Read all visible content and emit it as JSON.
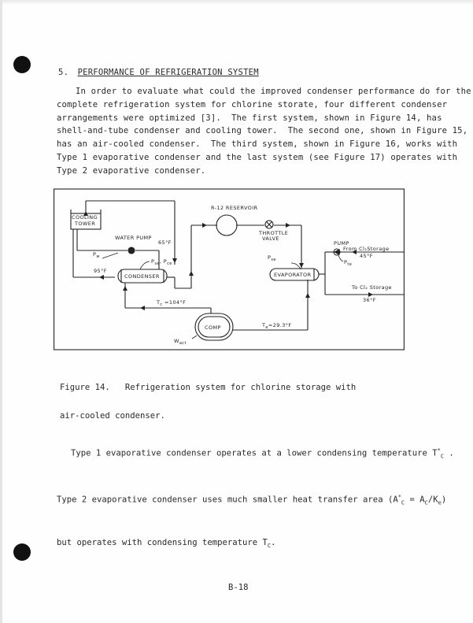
{
  "section": {
    "number": "5.",
    "title": "PERFORMANCE OF REFRIGERATION SYSTEM"
  },
  "paragraph_lines": [
    "In order to evaluate what could the improved condenser performance do for the",
    "complete refrigeration system for chlorine storate, four different condenser",
    "arrangements were optimized [3].  The first system, shown in Figure 14, has",
    "shell-and-tube condenser and cooling tower.  The second one, shown in Figure 15,",
    "has an air-cooled condenser.  The third system, shown in Figure 16, works with",
    "Type 1 evaporative condenser and the last system (see Figure 17) operates with",
    "Type 2 evaporative condenser."
  ],
  "figure": {
    "cooling_tower": [
      "COOLING",
      "TOWER"
    ],
    "water_pump": "WATER PUMP",
    "temp_65": "65°F",
    "p_w": "P",
    "p_w_sub": "w",
    "p_se_pce": "P",
    "p_se_pce_mid": "se",
    "p_se_pce_mid2": ", P",
    "p_se_pce_sub": "ce",
    "temp_95": "95°F",
    "condenser": "CONDENSER",
    "reservoir": "R-12 RESERVOIR",
    "throttle": [
      "THROTTLE",
      "VALVE"
    ],
    "p_se2": "P",
    "p_se2_sub": "se",
    "evaporator": "EVAPORATOR",
    "pump": "PUMP",
    "from_storage": "From Cl₂Storage",
    "temp_45": "45°F",
    "p_te": "P",
    "p_te_sub": "te",
    "to_storage": "To Cl₂ Storage",
    "temp_36": "36°F",
    "tc": "T",
    "tc_sub": "c",
    "tc_val": " =104°F",
    "te": "T",
    "te_sub": "e",
    "te_val": "=29.3°F",
    "comp": "COMP",
    "w_act": "W",
    "w_act_sub": "act"
  },
  "caption_lines": [
    "Figure 14.   Refrigeration system for chlorine storage with",
    "air-cooled condenser."
  ],
  "note": {
    "line1_prefix": "Type 1 evaporative condenser operates at a lower condensing temperature T",
    "line1_sup": "*",
    "line1_sub": "C",
    "line1_suffix": " .",
    "line2_prefix": "Type 2 evaporative condenser uses much smaller heat transfer area (A",
    "line2_sup": "*",
    "line2_sub1": "C",
    "line2_mid1": " = A",
    "line2_sub2": "C",
    "line2_mid2": "/K",
    "line2_sub3": "e",
    "line2_suffix": ")",
    "line3_prefix": "but operates with condensing temperature T",
    "line3_sub": "C",
    "line3_suffix": "."
  },
  "page_number": "B-18"
}
